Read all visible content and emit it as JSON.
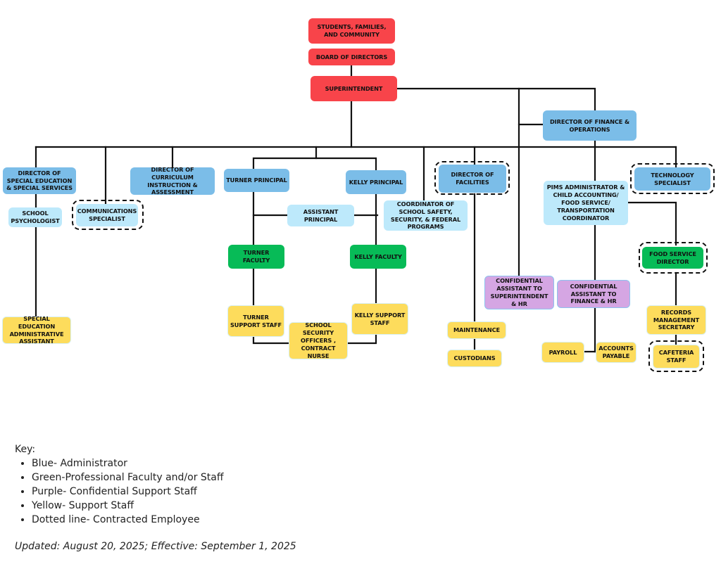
{
  "nodes": {
    "community": "STUDENTS, FAMILIES, AND COMMUNITY",
    "board": "BOARD OF DIRECTORS",
    "superintendent": "SUPERINTENDENT",
    "finance_director": "DIRECTOR OF FINANCE & OPERATIONS",
    "sped_director": "DIRECTOR OF SPECIAL EDUCATION & SPECIAL SERVICES",
    "school_psychologist": "SCHOOL PSYCHOLOGIST",
    "sped_admin_assistant": "SPECIAL EDUCATION ADMINISTRATIVE ASSISTANT",
    "communications_specialist": "COMMUNICATIONS SPECIALIST",
    "curriculum_director": "DIRECTOR OF CURRICULUM INSTRUCTION & ASSESSMENT",
    "turner_principal": "TURNER PRINCIPAL",
    "kelly_principal": "KELLY PRINCIPAL",
    "assistant_principal": "ASSISTANT PRINCIPAL",
    "turner_faculty": "TURNER FACULTY",
    "kelly_faculty": "KELLY FACULTY",
    "turner_support": "TURNER SUPPORT STAFF",
    "kelly_support": "KELLY SUPPORT STAFF",
    "security_nurse": "SCHOOL SECURITY OFFICERS , CONTRACT NURSE",
    "safety_coordinator": "COORDINATOR OF SCHOOL SAFETY, SECURITY, & FEDERAL PROGRAMS",
    "facilities_director": "DIRECTOR OF FACILITIES",
    "maintenance": "MAINTENANCE",
    "custodians": "CUSTODIANS",
    "conf_asst_superintendent": "CONFIDENTIAL ASSISTANT TO SUPERINTENDENT & HR",
    "pims_admin": "PIMS ADMINISTRATOR & CHILD ACCOUNTING/ FOOD SERVICE/ TRANSPORTATION COORDINATOR",
    "conf_asst_finance": "CONFIDENTIAL ASSISTANT TO FINANCE & HR",
    "payroll": "PAYROLL",
    "accounts_payable": "ACCOUNTS PAYABLE",
    "technology_specialist": "TECHNOLOGY SPECIALIST",
    "food_service_director": "FOOD SERVICE DIRECTOR",
    "records_secretary": "RECORDS MANAGEMENT SECRETARY",
    "cafeteria_staff": "CAFETERIA STAFF"
  },
  "colors": {
    "leadership": "#f8444a",
    "administrator": "#7bbde8",
    "administrator_light": "#bde9fb",
    "professional": "#07bb57",
    "confidential": "#d5a6e3",
    "support": "#fddc5c",
    "connector": "#111111"
  },
  "key": {
    "title": "Key:",
    "items": [
      "Blue- Administrator",
      "Green-Professional Faculty and/or Staff",
      "Purple- Confidential Support Staff",
      "Yellow- Support Staff",
      "Dotted line- Contracted Employee"
    ]
  },
  "updated": "Updated: August 20, 2025; Effective: September 1, 2025"
}
